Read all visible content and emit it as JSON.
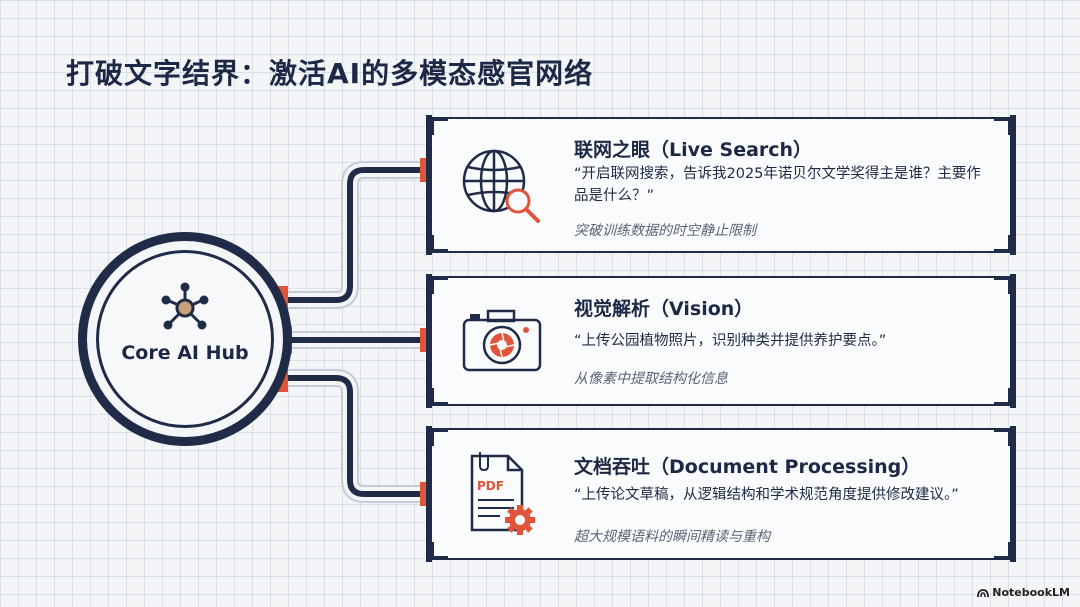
{
  "title": "打破文字结界：激活AI的多模态感官网络",
  "hub": {
    "label": "Core AI Hub",
    "icon": "network-icon"
  },
  "cards": [
    {
      "title": "联网之眼（Live Search）",
      "quote": "“开启联网搜索，告诉我2025年诺贝尔文学奖得主是谁？主要作品是什么？”",
      "subtitle": "突破训练数据的时空静止限制",
      "icon": "globe-search-icon"
    },
    {
      "title": "视觉解析（Vision）",
      "quote": "“上传公园植物照片，识别种类并提供养护要点。”",
      "subtitle": "从像素中提取结构化信息",
      "icon": "camera-icon"
    },
    {
      "title": "文档吞吐（Document Processing）",
      "quote": "“上传论文草稿，从逻辑结构和学术规范角度提供修改建议。”",
      "subtitle": "超大规模语料的瞬间精读与重构",
      "icon": "pdf-document-icon"
    }
  ],
  "brand": "NotebookLM",
  "colors": {
    "navy": "#1f2b47",
    "accent": "#e0553a",
    "background": "#f4f5f7"
  }
}
